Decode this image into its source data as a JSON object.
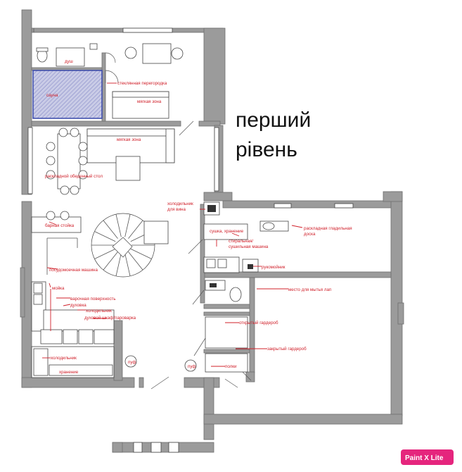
{
  "title": {
    "line1": "перший",
    "line2": "рівень"
  },
  "watermark": "Paint X Lite",
  "labels": {
    "shower": "душ",
    "glass_partition": "стеклянная перегородка",
    "sauna": "сауна",
    "soft_zone_top": "мягкая зона",
    "soft_zone": "мягкая зона",
    "dining_table": "раскладной обеденный стол",
    "wine_fridge": "холодильник для вина",
    "bar_counter": "барная стойка",
    "storage_laundry": "сушка, хранение",
    "ironing_board": "раскладная гладильная доска",
    "washer": "стиральная/ сушильная машина",
    "dishwasher": "посудомоечная машина",
    "sink_utility": "рукомойник",
    "sink_kitchen": "мойка",
    "cooking": "варочная поверхность",
    "oven": "духовка",
    "fridge_kitchen": "холодильник",
    "oven_cabinet": "духовой шкаф/пароварка",
    "wet_clean": "место для мытья лап",
    "open_wardrobe": "открытый гардероб",
    "closed_wardrobe": "закрытый гардероб",
    "fridge_bottom": "холодильник",
    "storage_bottom": "хранение",
    "pouf_left": "пуф",
    "pouf_right": "пуф",
    "shelves": "полки"
  },
  "colors": {
    "wall": "#9b9b9b",
    "label": "#d0202a",
    "sauna": "#3949ab",
    "badge": "#e5257d"
  }
}
